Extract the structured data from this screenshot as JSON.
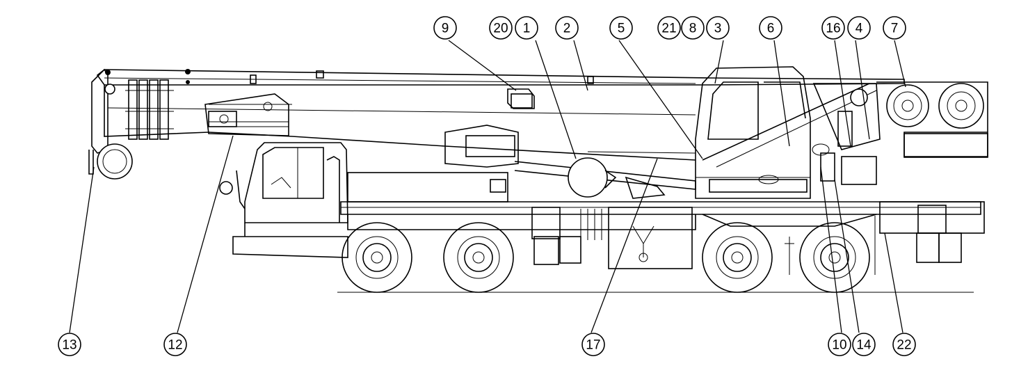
{
  "callouts": {
    "c1": "1",
    "c2": "2",
    "c3": "3",
    "c4": "4",
    "c5": "5",
    "c6": "6",
    "c7": "7",
    "c8": "8",
    "c9": "9",
    "c10": "10",
    "c12": "12",
    "c13": "13",
    "c14": "14",
    "c16": "16",
    "c17": "17",
    "c20": "20",
    "c21": "21",
    "c22": "22"
  }
}
